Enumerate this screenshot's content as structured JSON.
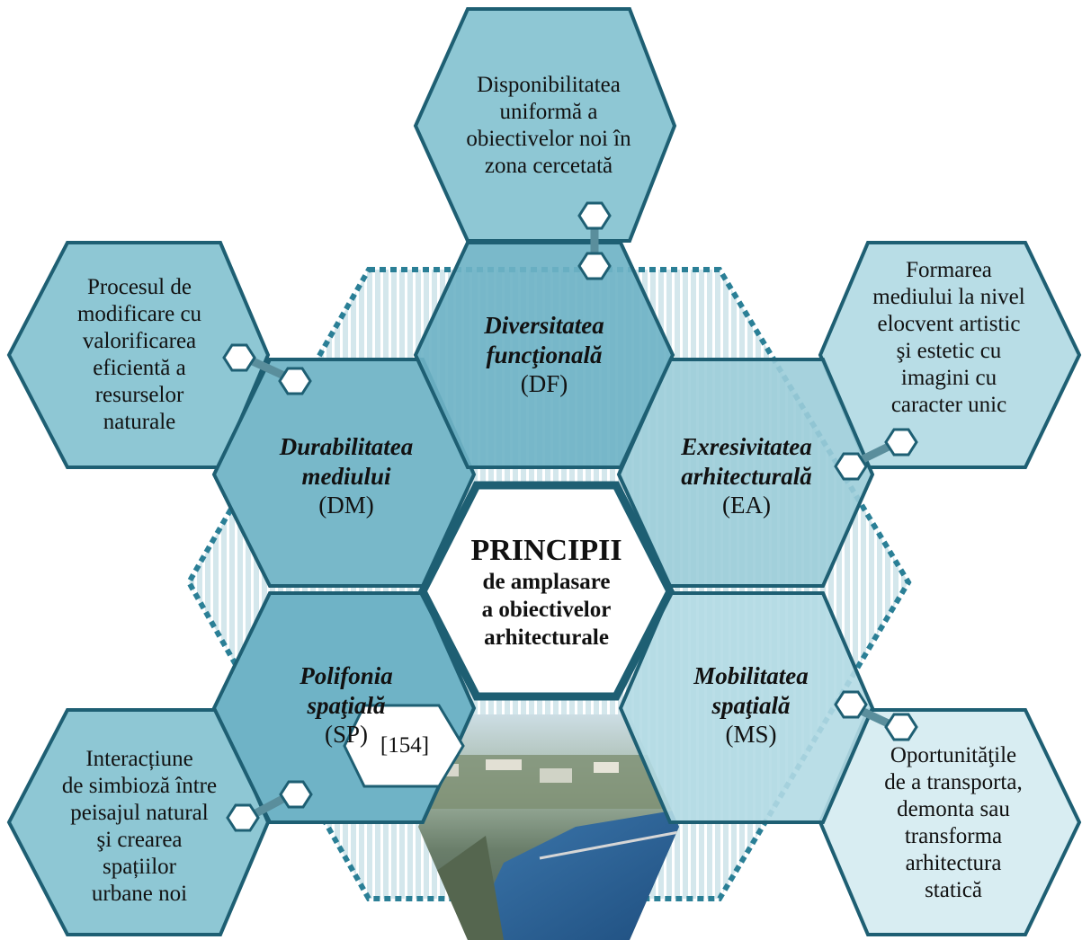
{
  "center": {
    "title": "PRINCIPII",
    "lines": [
      "de amplasare",
      "a obiectivelor",
      "arhitecturale"
    ]
  },
  "principles": [
    {
      "id": "df",
      "title_lines": [
        "Diversitatea",
        "funcţională"
      ],
      "abbr": "(DF)"
    },
    {
      "id": "dm",
      "title_lines": [
        "Durabilitatea",
        "mediului"
      ],
      "abbr": "(DM)"
    },
    {
      "id": "ea",
      "title_lines": [
        "Exresivitatea",
        "arhitecturală"
      ],
      "abbr": "(EA)"
    },
    {
      "id": "sp",
      "title_lines": [
        "Polifonia",
        "spaţială"
      ],
      "abbr": "(SP)"
    },
    {
      "id": "ms",
      "title_lines": [
        "Mobilitatea",
        "spaţială"
      ],
      "abbr": "(MS)"
    }
  ],
  "descriptions": {
    "df": [
      "Disponibilitatea",
      "uniformă a",
      "obiectivelor noi în",
      "zona cercetată"
    ],
    "dm": [
      "Procesul de",
      "modificare cu",
      "valorificarea",
      "eficientă a",
      "resurselor",
      "naturale"
    ],
    "ea": [
      "Formarea",
      "mediului la nivel",
      "elocvent artistic",
      "şi estetic cu",
      "imagini cu",
      "caracter unic"
    ],
    "sp": [
      "Interacțiune",
      "de simbioză între",
      "peisajul natural",
      "şi crearea",
      "spațiilor",
      "urbane noi"
    ],
    "ms": [
      "Oportunităţile",
      "de a transporta,",
      "demonta sau",
      "transforma",
      "arhitectura",
      "statică"
    ]
  },
  "reference": "[154]",
  "photo": {
    "alt": "aerial view of a city along a river"
  },
  "colors": {
    "dark_stroke": "#1e5f73",
    "hex_fill": "#8ec7d4",
    "hex_fill_light": "#b8dde6",
    "inner_fill": "#6fb3c6"
  }
}
